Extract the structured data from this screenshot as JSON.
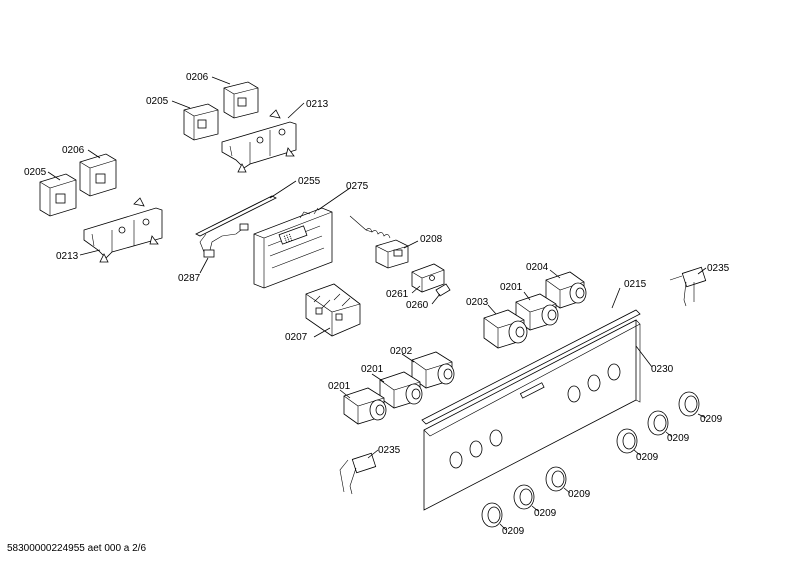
{
  "labels": {
    "l0206a": "0206",
    "l0205a": "0205",
    "l0213a": "0213",
    "l0206b": "0206",
    "l0205b": "0205",
    "l0213b": "0213",
    "l0255": "0255",
    "l0275": "0275",
    "l0287": "0287",
    "l0207": "0207",
    "l0208": "0208",
    "l0261": "0261",
    "l0260": "0260",
    "l0204": "0204",
    "l0201a": "0201",
    "l0203": "0203",
    "l0215": "0215",
    "l0235a": "0235",
    "l0230": "0230",
    "l0202": "0202",
    "l0201b": "0201",
    "l0201c": "0201",
    "l0235b": "0235",
    "l0209a": "0209",
    "l0209b": "0209",
    "l0209c": "0209",
    "l0209d": "0209",
    "l0209e": "0209",
    "l0209f": "0209"
  },
  "footer": "58300000224955 aet 000 a 2/6"
}
